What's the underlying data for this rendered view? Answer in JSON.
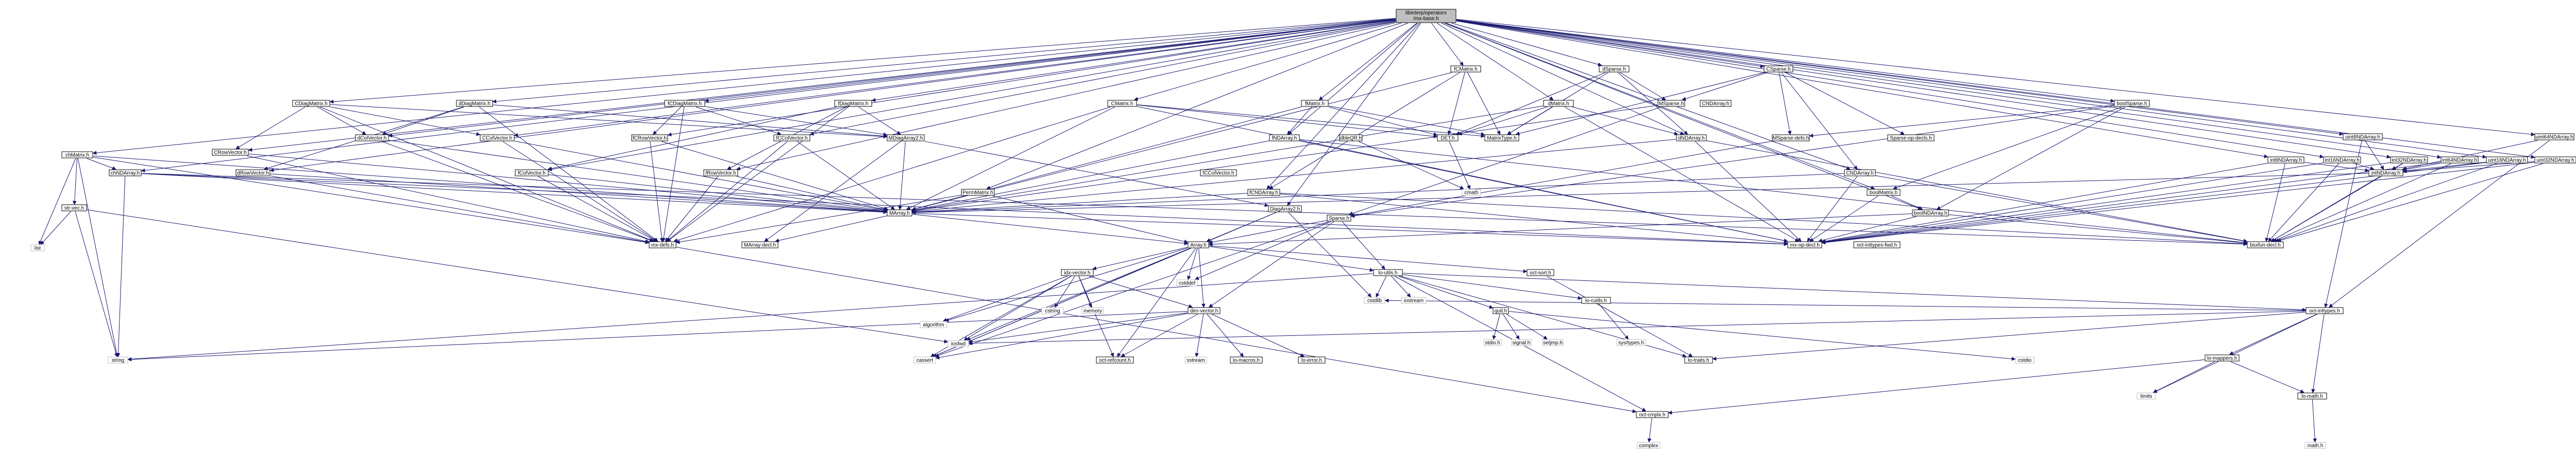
{
  "graph": {
    "root": "libinterp/operators/mx-base.h",
    "root_label_lines": [
      "libinterp/operators",
      "/mx-base.h"
    ],
    "nodes": [
      {
        "id": "root",
        "label": "libinterp/operators/mx-base.h"
      },
      {
        "id": "chMatrix",
        "label": "chMatrix.h"
      },
      {
        "id": "CDiagMatrix",
        "label": "CDiagMatrix.h"
      },
      {
        "id": "dDiagMatrix",
        "label": "dDiagMatrix.h"
      },
      {
        "id": "fCDiagMatrix",
        "label": "fCDiagMatrix.h"
      },
      {
        "id": "fDiagMatrix",
        "label": "fDiagMatrix.h"
      },
      {
        "id": "CMatrix",
        "label": "CMatrix.h"
      },
      {
        "id": "fMatrix",
        "label": "fMatrix.h"
      },
      {
        "id": "fCMatrix",
        "label": "fCMatrix.h"
      },
      {
        "id": "dSparse",
        "label": "dSparse.h"
      },
      {
        "id": "CSparse",
        "label": "CSparse.h"
      },
      {
        "id": "boolSparse",
        "label": "boolSparse.h"
      },
      {
        "id": "dMatrix",
        "label": "dMatrix.h"
      },
      {
        "id": "CMatrix2",
        "label": "CNDArray.h"
      },
      {
        "id": "int8NDArray",
        "label": "int8NDArray.h"
      },
      {
        "id": "int16NDArray",
        "label": "int16NDArray.h"
      },
      {
        "id": "int32NDArray",
        "label": "int32NDArray.h"
      },
      {
        "id": "int64NDArray",
        "label": "int64NDArray.h"
      },
      {
        "id": "uint8NDArray",
        "label": "uint8NDArray.h"
      },
      {
        "id": "uint16NDArray",
        "label": "uint16NDArray.h"
      },
      {
        "id": "uint32NDArray",
        "label": "uint32NDArray.h"
      },
      {
        "id": "uint64NDArray",
        "label": "uint64NDArray.h"
      },
      {
        "id": "CRowVector",
        "label": "CRowVector.h"
      },
      {
        "id": "dRowVector",
        "label": "dRowVector.h"
      },
      {
        "id": "CColVector",
        "label": "CColVector.h"
      },
      {
        "id": "dColVector",
        "label": "dColVector.h"
      },
      {
        "id": "fCRowVector",
        "label": "fCRowVector.h"
      },
      {
        "id": "fRowVector",
        "label": "fRowVector.h"
      },
      {
        "id": "fCColVector",
        "label": "fCColVector.h"
      },
      {
        "id": "fColVector",
        "label": "fColVector.h"
      },
      {
        "id": "MDiagArray2",
        "label": "MDiagArray2.h"
      },
      {
        "id": "chNDArray",
        "label": "chNDArray.h"
      },
      {
        "id": "fNDArray",
        "label": "fNDArray.h"
      },
      {
        "id": "fCNDArray",
        "label": "fCNDArray.h"
      },
      {
        "id": "dNDArray",
        "label": "dNDArray.h"
      },
      {
        "id": "CNDArray",
        "label": "CNDArray.h"
      },
      {
        "id": "boolMatrix",
        "label": "boolMatrix.h"
      },
      {
        "id": "boolNDArray",
        "label": "boolNDArray.h"
      },
      {
        "id": "intNDArray",
        "label": "intNDArray.h"
      },
      {
        "id": "MatrixType",
        "label": "MatrixType.h"
      },
      {
        "id": "DET",
        "label": "DET.h"
      },
      {
        "id": "dbleQR",
        "label": "dbleQR.h"
      },
      {
        "id": "PermMatrix",
        "label": "PermMatrix.h"
      },
      {
        "id": "DiagArray2",
        "label": "DiagArray2.h"
      },
      {
        "id": "Sparse",
        "label": "Sparse.h"
      },
      {
        "id": "MSparse",
        "label": "MSparse.h"
      },
      {
        "id": "SparseOpDecls",
        "label": "Sparse-op-decls.h"
      },
      {
        "id": "MSparseDefs",
        "label": "MSparse-defs.h"
      },
      {
        "id": "MArray",
        "label": "MArray.h"
      },
      {
        "id": "MArrayDecl",
        "label": "MArray-decl.h"
      },
      {
        "id": "mxdefs",
        "label": "mx-defs.h"
      },
      {
        "id": "mxopdecl",
        "label": "mx-op-decl.h"
      },
      {
        "id": "bsxfun",
        "label": "bsxfun-decl.h"
      },
      {
        "id": "Array",
        "label": "Array.h"
      },
      {
        "id": "dimvector",
        "label": "dim-vector.h"
      },
      {
        "id": "idxvector",
        "label": "idx-vector.h"
      },
      {
        "id": "lostdutils",
        "label": "lo-utils.h"
      },
      {
        "id": "oclsort",
        "label": "oct-sort.h"
      },
      {
        "id": "str_vec",
        "label": "str-vec.h"
      },
      {
        "id": "cmath",
        "label": "cmath"
      },
      {
        "id": "cstddef",
        "label": "cstddef"
      },
      {
        "id": "list",
        "label": "list"
      },
      {
        "id": "iosfwd",
        "label": "iosfwd"
      },
      {
        "id": "string",
        "label": "string"
      },
      {
        "id": "algorithm",
        "label": "algorithm"
      },
      {
        "id": "cstring",
        "label": "cstring"
      },
      {
        "id": "memory",
        "label": "memory"
      },
      {
        "id": "cassert",
        "label": "cassert"
      },
      {
        "id": "octrefcount",
        "label": "oct-refcount.h"
      },
      {
        "id": "sstream",
        "label": "sstream"
      },
      {
        "id": "lomacros",
        "label": "lo-macros.h"
      },
      {
        "id": "loerror",
        "label": "lo-error.h"
      },
      {
        "id": "cstdlib",
        "label": "cstdlib"
      },
      {
        "id": "iostream",
        "label": "iostream"
      },
      {
        "id": "quit",
        "label": "quit.h"
      },
      {
        "id": "locutils",
        "label": "lo-cutils.h"
      },
      {
        "id": "octinttypes",
        "label": "oct-inttypes.h"
      },
      {
        "id": "stdio",
        "label": "stdio.h"
      },
      {
        "id": "signal",
        "label": "signal.h"
      },
      {
        "id": "setjmp",
        "label": "setjmp.h"
      },
      {
        "id": "systypes",
        "label": "sys/types.h"
      },
      {
        "id": "lomath",
        "label": "lo-math.h"
      },
      {
        "id": "lomappers",
        "label": "lo-mappers.h"
      },
      {
        "id": "limits",
        "label": "limits"
      },
      {
        "id": "octcmplx",
        "label": "oct-cmplx.h"
      },
      {
        "id": "complex",
        "label": "complex"
      },
      {
        "id": "cmathh",
        "label": "math.h"
      },
      {
        "id": "lotraits",
        "label": "lo-traits.h"
      },
      {
        "id": "oct_inttypes_fwd",
        "label": "oct-inttypes-fwd.h"
      },
      {
        "id": "cstdio",
        "label": "cstdio"
      },
      {
        "id": "fCColVector2",
        "label": "fCColVector.h"
      }
    ]
  }
}
